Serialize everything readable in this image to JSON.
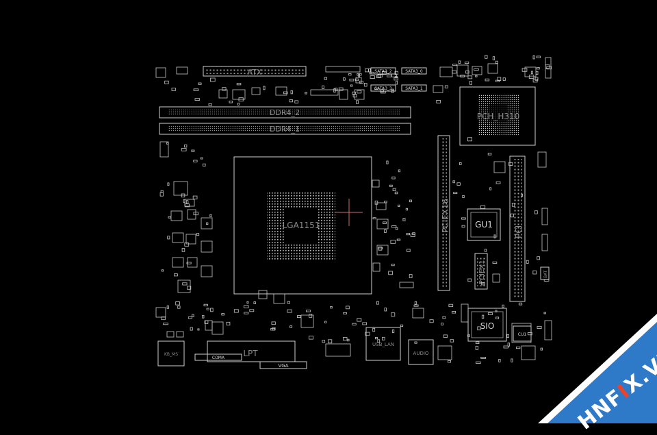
{
  "labels": {
    "atx": "ATX",
    "ddr4_2": "DDR4_2",
    "ddr4_1": "DDR4_1",
    "cpu_socket": "LGA1151",
    "pcie_x16": "PCIEX16",
    "pcie_x1": "PCIEX1",
    "pci": "PCI",
    "pch": "PCH_H310",
    "gu1": "GU1",
    "sio": "SIO",
    "cu1": "CU1",
    "lpt": "LPT",
    "com": "COMA",
    "vga": "VGA",
    "usb_lan": "USB_LAN",
    "audio": "AUDIO",
    "kb_ms": "KB_MS",
    "sata1": "SATA3_2",
    "sata2": "SATA3_0",
    "sata3": "SATA3_3",
    "sata4": "SATA3_1",
    "bat": "BAT"
  },
  "watermark": {
    "pre": "HNF",
    "highlight": "I",
    "post": "X.VN"
  },
  "colors": {
    "background": "#000000",
    "outline": "#d0d0d0",
    "watermark_band": "#2f79c9",
    "watermark_accent": "#e8432b",
    "crosshair": "#c87070"
  }
}
